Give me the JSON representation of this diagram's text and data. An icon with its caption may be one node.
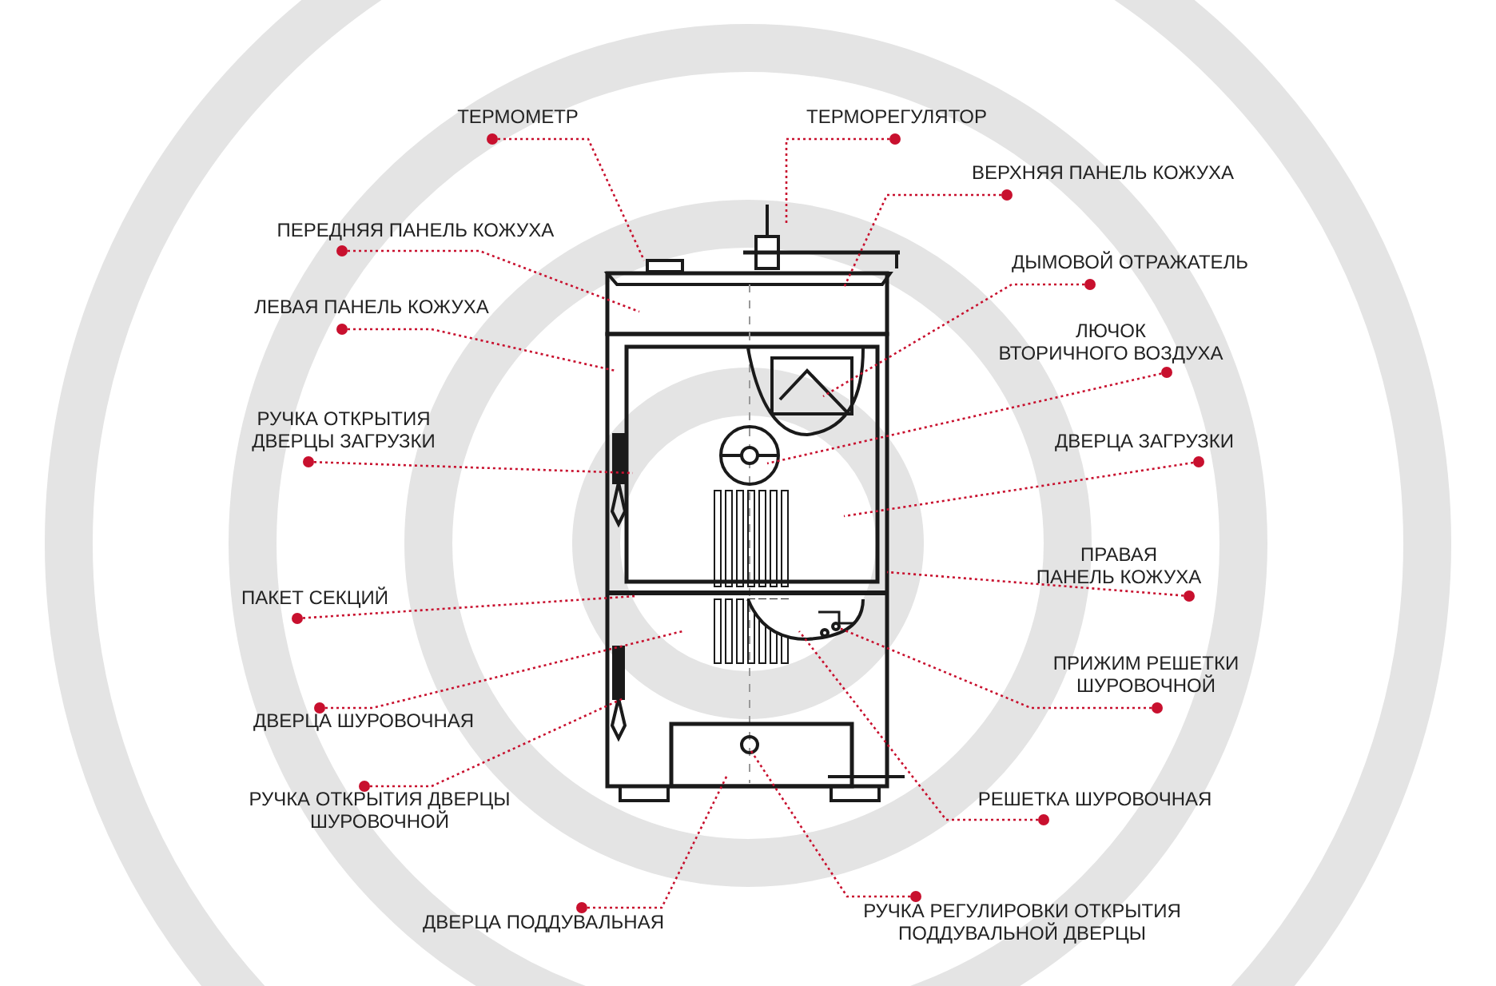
{
  "diagram": {
    "nodes": [
      {
        "text": [
          "ТЕРМОМЕТР"
        ]
      },
      {
        "text": [
          "ТЕРМОРЕГУЛЯТОР"
        ]
      },
      {
        "text": [
          "ВЕРХНЯЯ ПАНЕЛЬ КОЖУХА"
        ]
      },
      {
        "text": [
          "ПЕРЕДНЯЯ ПАНЕЛЬ КОЖУХА"
        ]
      },
      {
        "text": [
          "ДЫМОВОЙ ОТРАЖАТЕЛЬ"
        ]
      },
      {
        "text": [
          "ЛЕВАЯ ПАНЕЛЬ КОЖУХА"
        ]
      },
      {
        "text": [
          "ЛЮЧОК ВТОРИЧНОГО ВОЗДУХА"
        ]
      },
      {
        "text": [
          "ДВЕРЦА ЗАГРУЗКИ"
        ]
      },
      {
        "text": [
          "РУЧКА ОТКРЫТИЯ ДВЕРЦЫ ЗАГРУЗКИ"
        ]
      },
      {
        "text": [
          "ПРАВАЯ ПАНЕЛЬ КОЖУХА"
        ]
      },
      {
        "text": [
          "ПАКЕТ СЕКЦИЙ"
        ]
      },
      {
        "text": [
          "ПРИЖИМ РЕШЕТКИ ШУРОВОЧНОЙ"
        ]
      },
      {
        "text": [
          "ДВЕРЦА ШУРОВОЧНАЯ"
        ]
      },
      {
        "text": [
          "РУЧКА ОТКРЫТИЯ ДВЕРЦЫ ШУРОВОЧНОЙ"
        ]
      },
      {
        "text": [
          "РЕШЕТКА ШУРОВОЧНАЯ"
        ]
      },
      {
        "text": [
          "ДВЕРЦА ПОДДУВАЛЬНАЯ"
        ]
      },
      {
        "text": [
          "РУЧКА РЕГУЛИРОВКИ ОТКРЫТИЯ ПОДДУВАЛЬНОЙ ДВЕРЦЫ"
        ]
      }
    ],
    "edges": [
      {
        "from": 0,
        "to": null,
        "arrow": "other"
      },
      {
        "from": 1,
        "to": null,
        "arrow": "other"
      },
      {
        "from": 2,
        "to": null,
        "arrow": "other"
      },
      {
        "from": 3,
        "to": null,
        "arrow": "other"
      },
      {
        "from": 4,
        "to": null,
        "arrow": "other"
      },
      {
        "from": 5,
        "to": null,
        "arrow": "other"
      },
      {
        "from": 6,
        "to": null,
        "arrow": "other"
      },
      {
        "from": 7,
        "to": null,
        "arrow": "other"
      },
      {
        "from": 8,
        "to": null,
        "arrow": "other"
      },
      {
        "from": 9,
        "to": null,
        "arrow": "other"
      },
      {
        "from": 10,
        "to": null,
        "arrow": "other"
      },
      {
        "from": 11,
        "to": null,
        "arrow": "other"
      },
      {
        "from": 12,
        "to": null,
        "arrow": "other"
      },
      {
        "from": 13,
        "to": null,
        "arrow": "other"
      },
      {
        "from": 14,
        "to": null,
        "arrow": "other"
      },
      {
        "from": 15,
        "to": null,
        "arrow": "other"
      },
      {
        "from": 16,
        "to": null,
        "arrow": "other"
      }
    ]
  }
}
